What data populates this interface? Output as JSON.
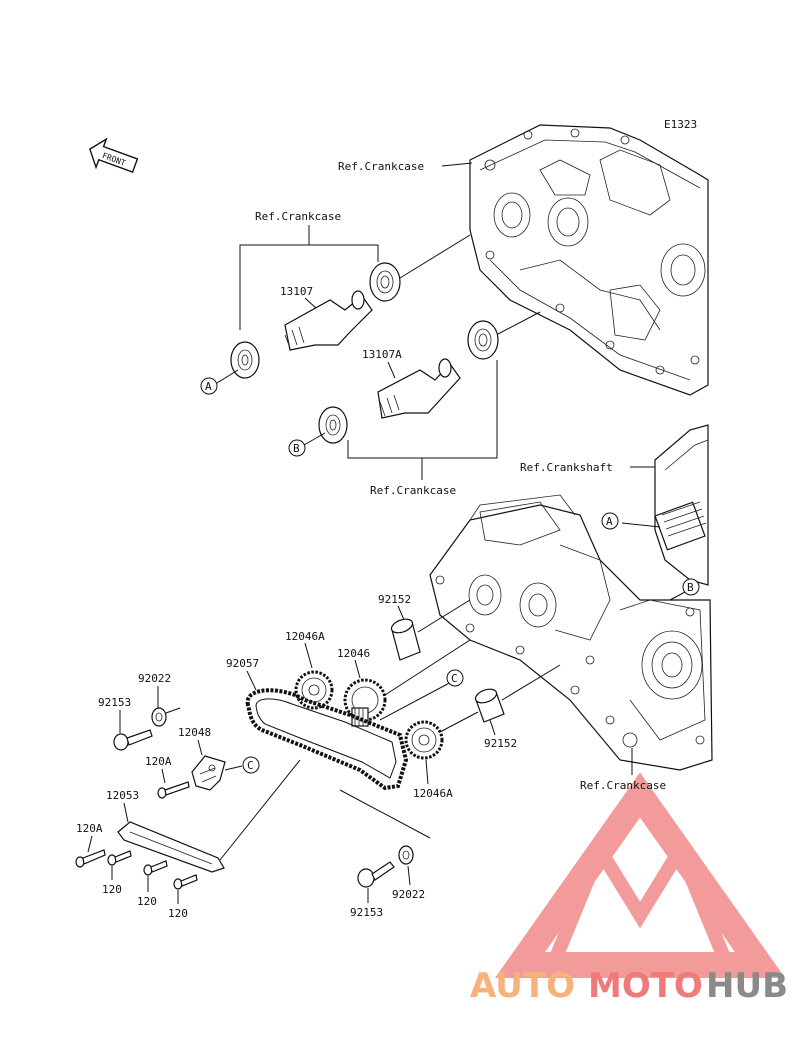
{
  "diagram_id": "E1323",
  "front_label": "FRONT",
  "refs": {
    "crankcase_top": "Ref.Crankcase",
    "crankcase_left": "Ref.Crankcase",
    "crankcase_mid": "Ref.Crankcase",
    "crankshaft": "Ref.Crankshaft",
    "crankcase_bottom": "Ref.Crankcase"
  },
  "parts": {
    "p13107": "13107",
    "p13107A": "13107A",
    "p92152_top": "92152",
    "p92152_bottom": "92152",
    "p12046A_top": "12046A",
    "p12046": "12046",
    "p12046A_bottom": "12046A",
    "p92057": "92057",
    "p92022_top": "92022",
    "p92022_bottom": "92022",
    "p92153_top": "92153",
    "p92153_bottom": "92153",
    "p12048": "12048",
    "p120A_top": "120A",
    "p120A_bottom": "120A",
    "p12053": "12053",
    "p120_a": "120",
    "p120_b": "120",
    "p120_c": "120"
  },
  "callouts": {
    "A1": "A",
    "B1": "B",
    "A2": "A",
    "B2": "B",
    "C1": "C",
    "C2": "C"
  },
  "watermark": {
    "part1": "AUTO",
    "part2": "MOTO",
    "part3": "HUB",
    "color1": "#f5b27a",
    "color2": "#f07a7a",
    "color3": "#8a8a8a",
    "logo_color": "#f07a7a"
  }
}
